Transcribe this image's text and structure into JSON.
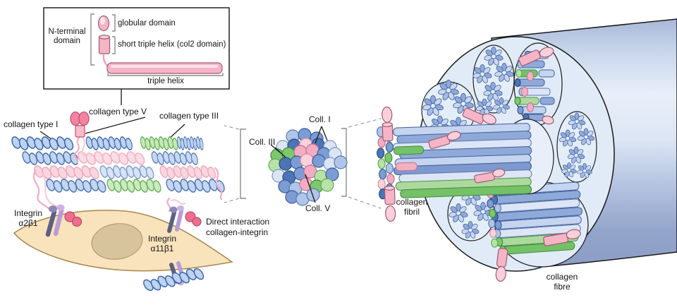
{
  "legend": {
    "n_terminal": "N-terminal\ndomain",
    "globular": "globular domain",
    "short_triple_helix": "short triple helix (col2 domain)",
    "triple_helix": "triple helix"
  },
  "molecules": {
    "collagen_type_i": "collagen type I",
    "collagen_type_v": "collagen type V",
    "collagen_type_iii": "collagen type III"
  },
  "cell": {
    "integrin_a2b1": "Integrin\nα2β1",
    "integrin_a11b1": "Integrin\nα11β1",
    "direct_interaction": "Direct interaction\ncollagen-integrin"
  },
  "cross_section": {
    "coll_i": "Coll. I",
    "coll_iii": "Coll. III",
    "coll_v": "Coll. V"
  },
  "fibre": {
    "collagen_fibril": "collagen\nfibril",
    "collagen_fibre": "collagen\nfibre"
  },
  "colors": {
    "collagen_type_i_blue": "#3c66ac",
    "collagen_type_iii_green": "#55a84e",
    "collagen_type_v_pink": "#f2849f",
    "cell_fill": "#f8e3bc",
    "nucleus_fill": "#d8c49c",
    "fibre_face": "#e0ebf7",
    "fibre_body_dark": "#8c9dc6",
    "integrin_dark": "#5d6080",
    "integrin_light": "#b89cd6",
    "background": "#ffffff"
  }
}
